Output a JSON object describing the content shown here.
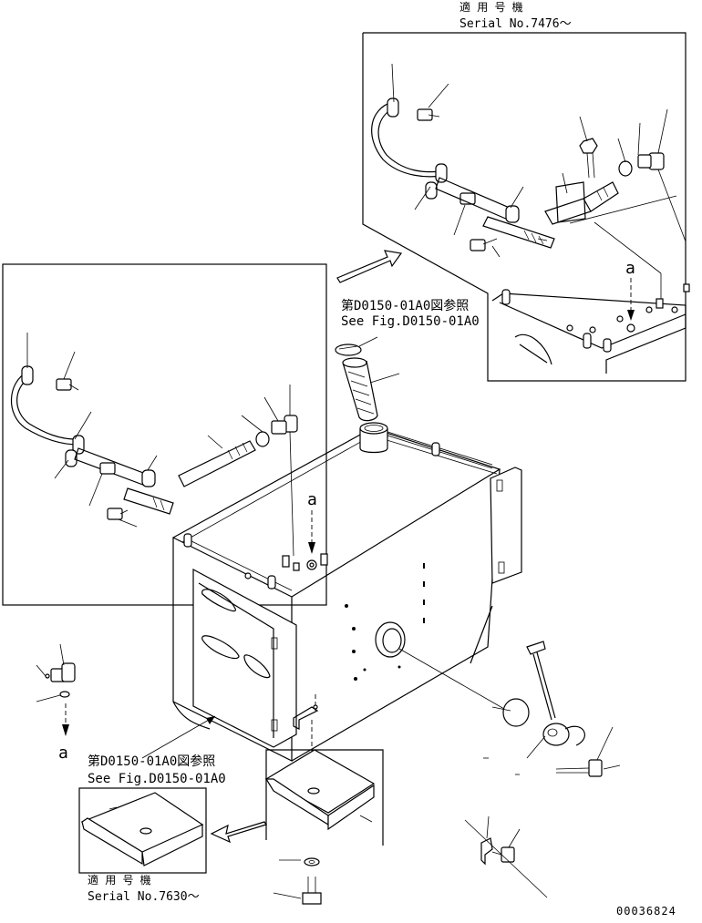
{
  "header_note": {
    "applicability_jp": "適 用 号 機",
    "serial_from": "Serial No.7476～"
  },
  "reference_top": {
    "jp": "第D0150-01A0図参照",
    "en": "See Fig.D0150-01A0"
  },
  "reference_bottom": {
    "jp": "第D0150-01A0図参照",
    "en": "See Fig.D0150-01A0"
  },
  "footer_note": {
    "applicability_jp": "適 用 号 機",
    "serial_from": "Serial No.7630～"
  },
  "view_marker": {
    "a_top": "a",
    "a_main": "a",
    "a_left": "a"
  },
  "drawing_number": "00036824"
}
